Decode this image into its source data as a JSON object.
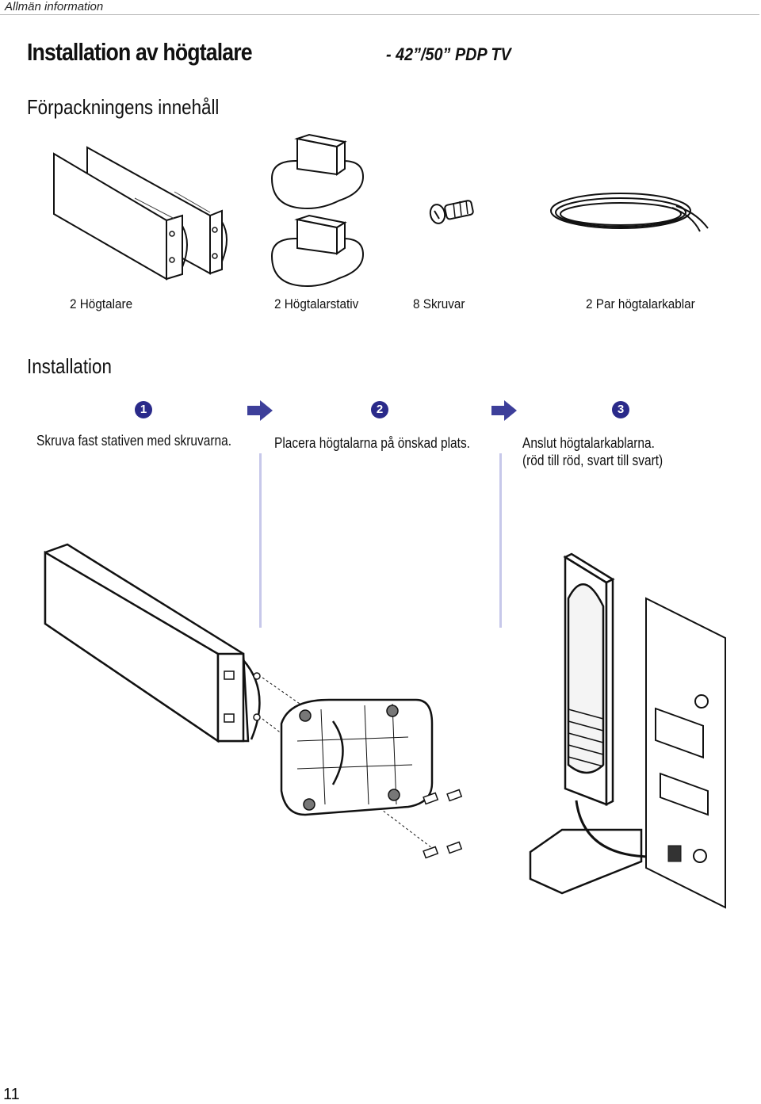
{
  "header": {
    "label": "Allmän information"
  },
  "title": {
    "main": "Installation av högtalare",
    "model": "- 42”/50” PDP TV"
  },
  "contents": {
    "heading": "Förpackningens innehåll",
    "items": [
      {
        "label": "2 Högtalare",
        "icon": "speakers-illustration"
      },
      {
        "label": "2 Högtalarstativ",
        "icon": "speaker-stand-illustration"
      },
      {
        "label": "8 Skruvar",
        "icon": "screw-illustration"
      },
      {
        "label": "2 Par högtalarkablar",
        "icon": "speaker-cable-illustration"
      }
    ]
  },
  "installation": {
    "heading": "Installation",
    "steps": [
      {
        "number": "1",
        "text": "Skruva fast stativen med skruvarna.",
        "text2": ""
      },
      {
        "number": "2",
        "text": "Placera högtalarna på önskad plats.",
        "text2": ""
      },
      {
        "number": "3",
        "text": "Anslut högtalarkablarna.",
        "text2": "(röd till röd, svart till svart)"
      }
    ]
  },
  "colors": {
    "accent": "#2a2a8a",
    "arrow": "#3d3f9a",
    "divider": "#c7c8ea"
  },
  "footer": {
    "page_number": "11"
  }
}
